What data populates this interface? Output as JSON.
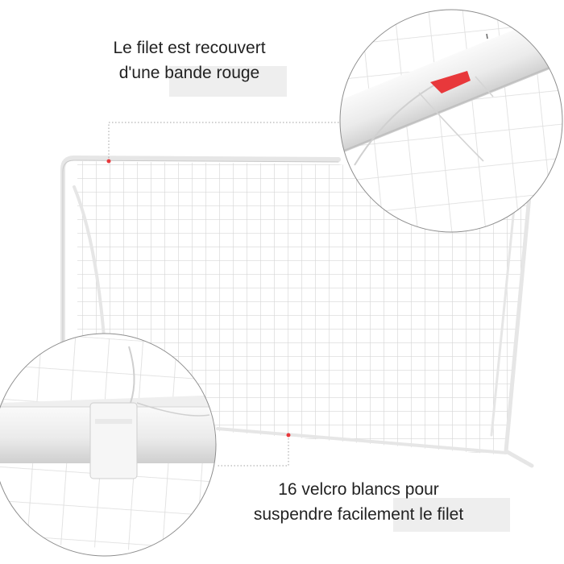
{
  "captions": {
    "top": {
      "line1": "Le filet est recouvert",
      "line2": "d'une bande rouge"
    },
    "bottom": {
      "line1": "16 velcro blancs pour",
      "line2": "suspendre facilement le filet"
    }
  },
  "colors": {
    "frame": "#e9e9e9",
    "net": "#d8d8d8",
    "accent_red": "#e8383b",
    "velcro": "#f4f4f4",
    "caption_highlight": "#eeeeee"
  },
  "icons": {
    "net_clip": "red-clip-icon",
    "strap": "velcro-strap-icon"
  }
}
